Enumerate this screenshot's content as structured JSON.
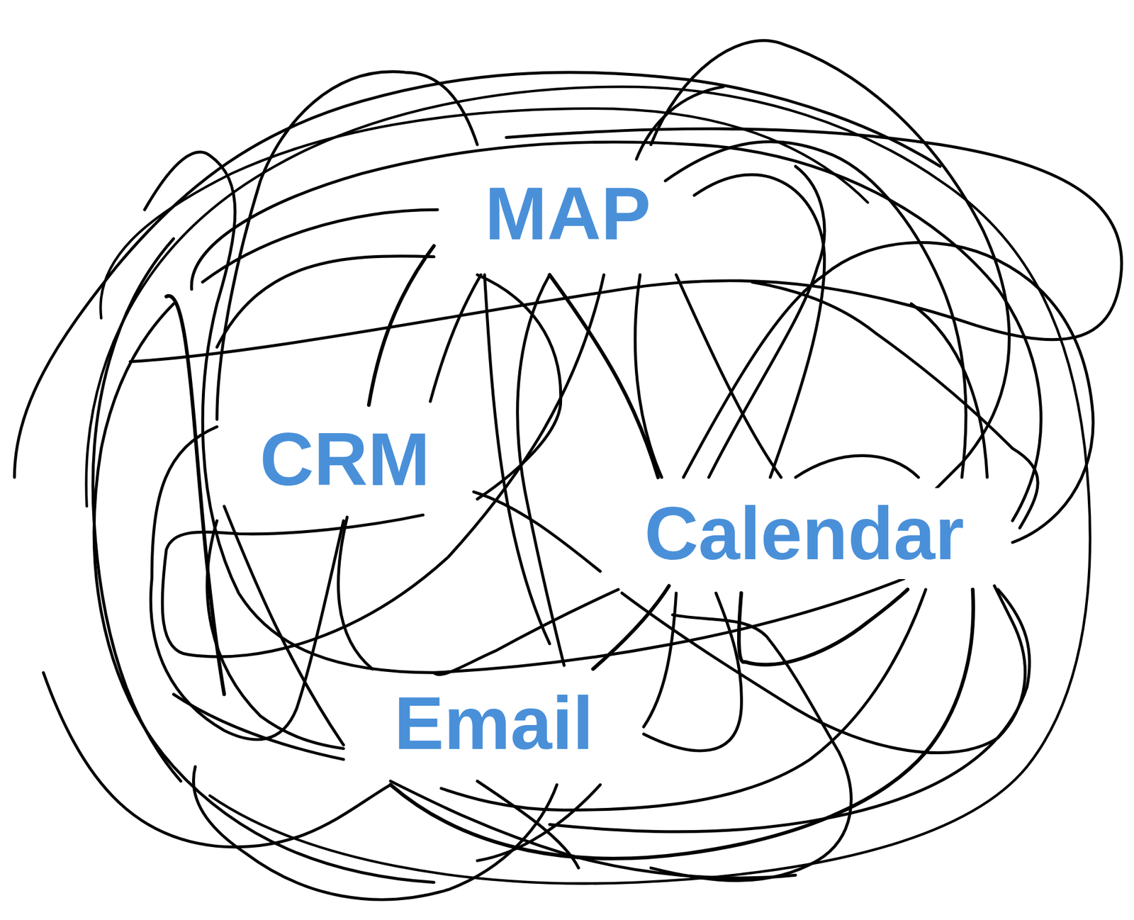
{
  "diagram": {
    "labels": [
      "MAP",
      "CRM",
      "Calendar",
      "Email"
    ]
  }
}
